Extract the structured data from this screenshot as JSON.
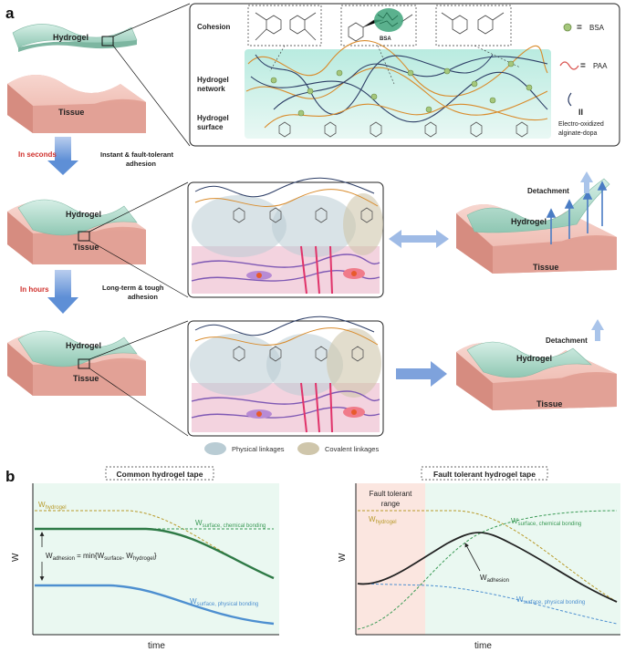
{
  "panel_a": {
    "letter": "a",
    "hydrogel": "Hydrogel",
    "tissue": "Tissue",
    "in_seconds": "In seconds",
    "in_hours": "In hours",
    "instant_line1": "Instant & fault-tolerant",
    "instant_line2": "adhesion",
    "longterm_line1": "Long-term & tough",
    "longterm_line2": "adhesion",
    "detachment": "Detachment",
    "cohesion": "Cohesion",
    "network_line1": "Hydrogel",
    "network_line2": "network",
    "surface_line1": "Hydrogel",
    "surface_line2": "surface",
    "bsa_label": "BSA",
    "legend_bsa": "BSA",
    "legend_paa": "PAA",
    "legend_dopa_line1": "Electro-oxidized",
    "legend_dopa_line2": "alginate-dopa",
    "physical_linkages": "Physical linkages",
    "covalent_linkages": "Covalent linkages"
  },
  "panel_b": {
    "letter": "b",
    "left_title": "Common hydrogel tape",
    "right_title": "Fault tolerant hydrogel tape",
    "fault_range_line1": "Fault tolerant",
    "fault_range_line2": "range",
    "w_axis": "W",
    "time_axis": "time",
    "w_main": "W",
    "sub_hydrogel": "hydrogel",
    "sub_surface_chem": "surface, chemical bonding",
    "sub_surface_phys": "surface, physical bonding",
    "sub_adhesion": "adhesion",
    "formula_w": "W",
    "formula_mid": " = min{W",
    "formula_surface": "surface",
    "formula_sep": ", W",
    "formula_end": "}"
  },
  "colors": {
    "hydrogel_curve": "#b89a2a",
    "chemical_curve": "#3a9a55",
    "physical_curve": "#4d8fd0",
    "adhesion_curve": "#222222",
    "plot_bg": "#eaf8f1",
    "fault_bg": "#fbe6e0",
    "tissue_top": "#f3c8c0",
    "tissue_side": "#e8aaa0",
    "hydrogel_fill": "#a9d8c8",
    "arrow_blue": "#6d9ad6",
    "red_text": "#d0312d"
  }
}
